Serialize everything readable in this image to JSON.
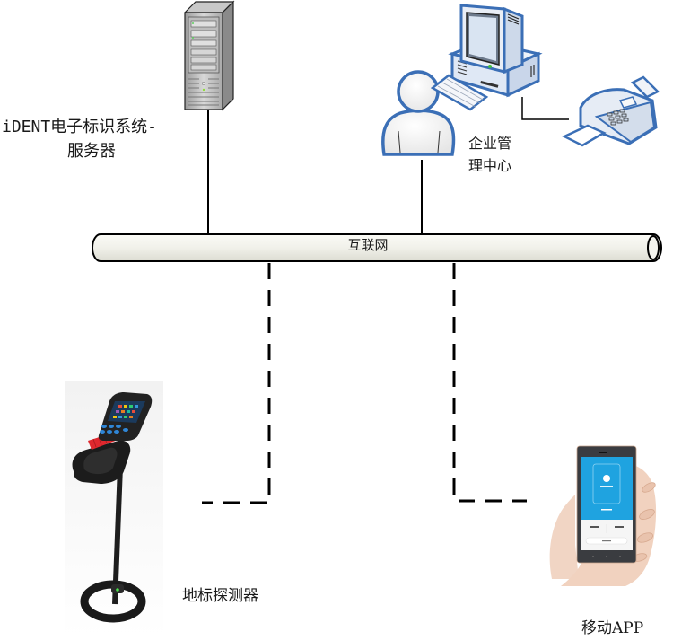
{
  "nodes": {
    "server": {
      "label_line1": "iDENT电子标识系统-",
      "label_line2": "服务器",
      "icon": "server-tower-icon"
    },
    "management": {
      "label_line1": "企业管",
      "label_line2": "理中心",
      "icons": [
        "user-icon",
        "desktop-computer-icon",
        "fax-machine-icon"
      ]
    },
    "network": {
      "label": "互联网",
      "icon": "network-pipe"
    },
    "detector": {
      "label": "地标探测器",
      "icon": "handheld-detector-icon"
    },
    "mobile": {
      "label": "移动APP",
      "icon": "smartphone-in-hand-icon"
    }
  },
  "connections": [
    {
      "from": "server",
      "to": "network",
      "style": "solid"
    },
    {
      "from": "management",
      "to": "network",
      "style": "solid"
    },
    {
      "from": "computer",
      "to": "fax",
      "style": "solid"
    },
    {
      "from": "network",
      "to": "detector",
      "style": "dashed"
    },
    {
      "from": "network",
      "to": "mobile",
      "style": "dashed"
    }
  ],
  "colors": {
    "line": "#000000",
    "icon_outline_blue": "#3b6fb6",
    "server_gray": "#b8b8b8",
    "phone_screen": "#1fa3e0",
    "detector_red": "#e0282e"
  }
}
